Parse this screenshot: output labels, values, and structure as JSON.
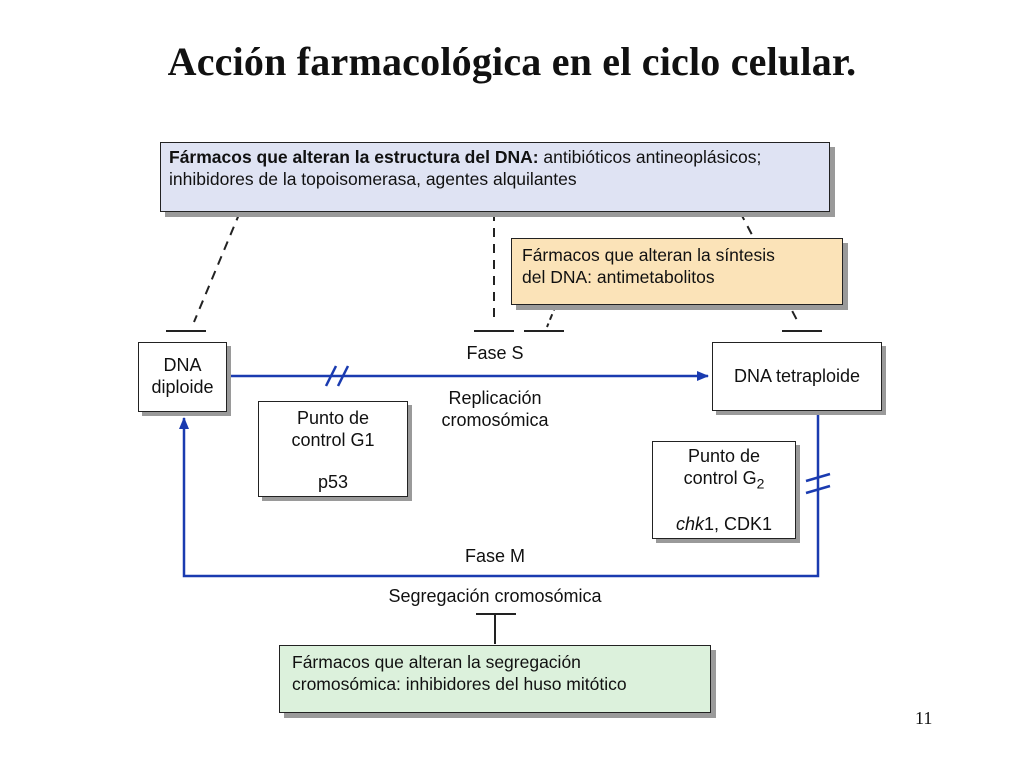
{
  "domain": "Diagram",
  "title": "Acción farmacológica en el ciclo celular.",
  "page_number": "11",
  "colors": {
    "flow_blue": "#1a3bb0",
    "dna_box_fill": "#dfe3f3",
    "synthesis_box_fill": "#fbe3b8",
    "segregation_box_fill": "#dcf1dc"
  },
  "dna_structure_box": {
    "bold": "Fármacos que alteran la estructura del DNA:",
    "rest": " antibióticos antineoplásicos; inhibidores de la topoisomerasa, agentes alquilantes"
  },
  "dna_synthesis_box": {
    "line1": "Fármacos que alteran la síntesis",
    "line2": "del DNA: antimetabolitos"
  },
  "segregation_box": {
    "line1": "Fármacos que alteran la segregación",
    "line2": "cromosómica: inhibidores del huso mitótico"
  },
  "dna_diploid": {
    "line1": "DNA",
    "line2": "diploide"
  },
  "dna_tetraploid": {
    "label": "DNA tetraploide"
  },
  "phase_s": "Fase S",
  "replication": {
    "line1": "Replicación",
    "line2": "cromosómica"
  },
  "phase_m": "Fase M",
  "segregation_label": "Segregación cromosómica",
  "checkpoint_g1": {
    "line1": "Punto de",
    "line2": "control G1",
    "regulator": "p53"
  },
  "checkpoint_g2": {
    "line1": "Punto de",
    "line2_prefix": "control G",
    "line2_sub": "2",
    "regulator_italic": "chk",
    "regulator_rest": "1, CDK1"
  }
}
